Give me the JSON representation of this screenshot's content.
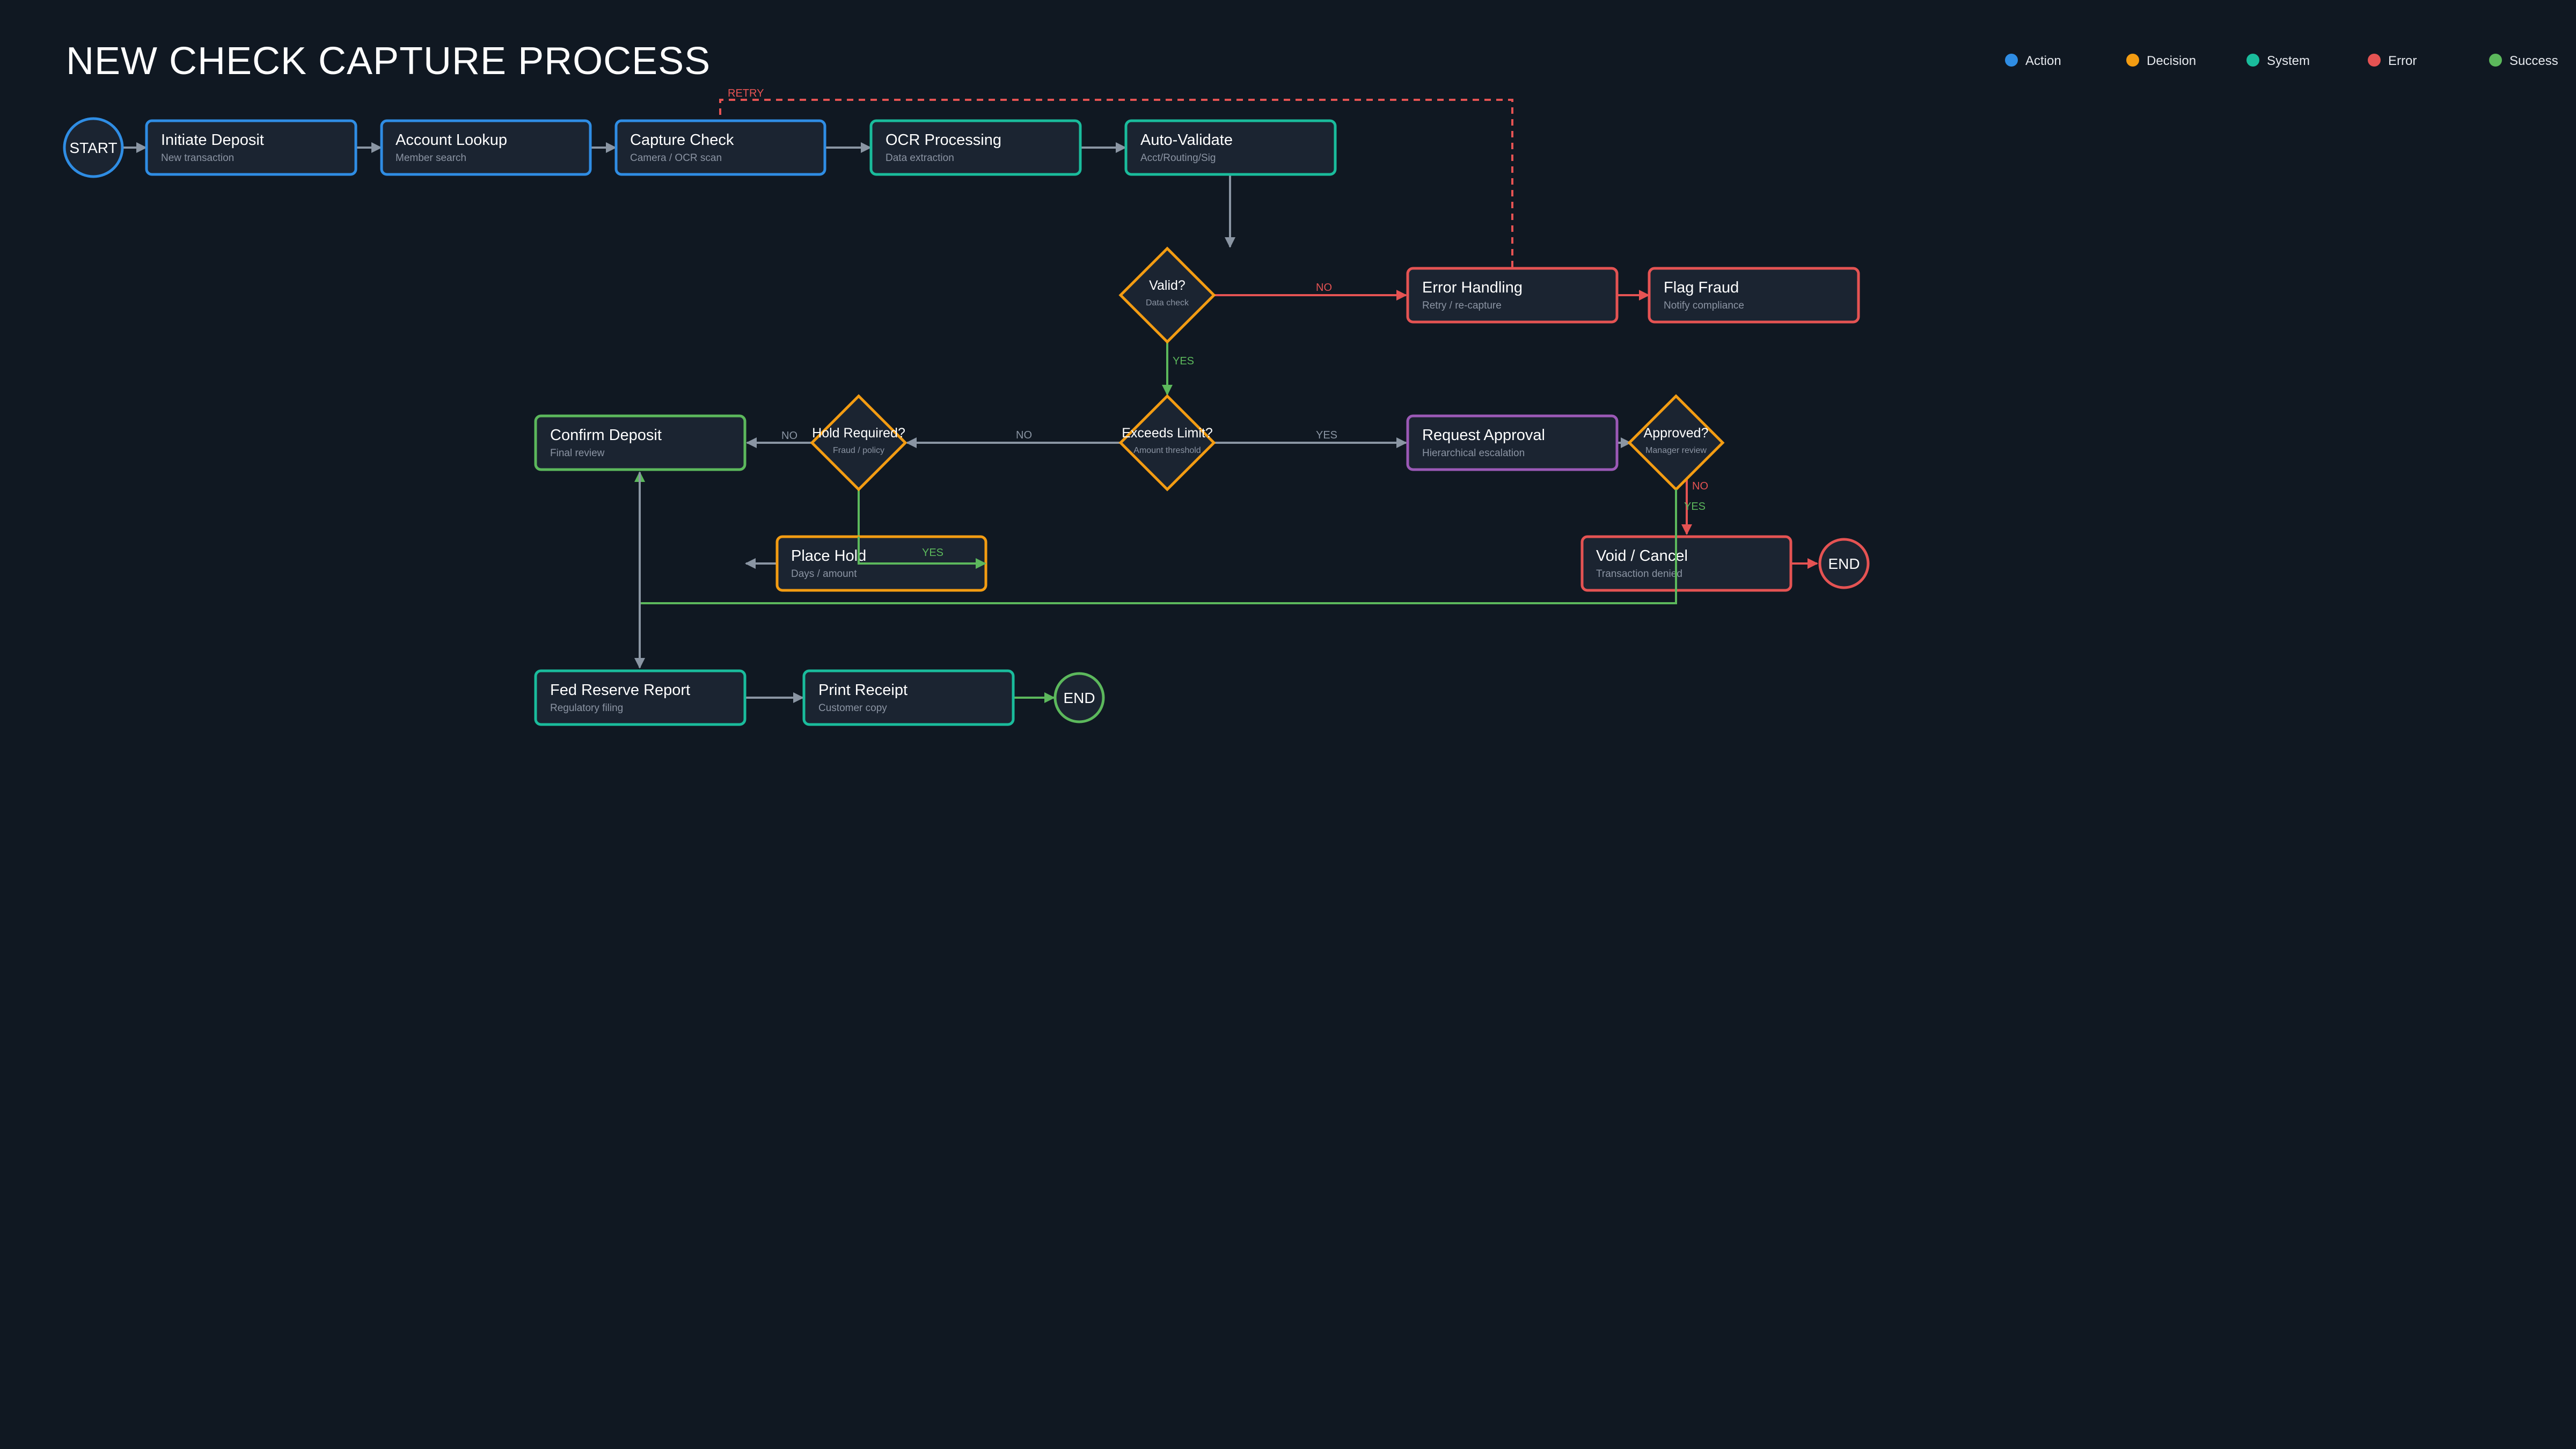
{
  "title": "NEW CHECK CAPTURE PROCESS",
  "colors": {
    "action": "#2f8de4",
    "decision": "#f39c12",
    "system": "#1abc9c",
    "error": "#e55353",
    "success": "#5cb85c",
    "approval": "#9b59b6",
    "connector": "#8a95a3",
    "background": "#101822"
  },
  "legend": [
    {
      "label": "Action",
      "color": "#2f8de4"
    },
    {
      "label": "Decision",
      "color": "#f39c12"
    },
    {
      "label": "System",
      "color": "#1abc9c"
    },
    {
      "label": "Error",
      "color": "#e55353"
    },
    {
      "label": "Success",
      "color": "#5cb85c"
    }
  ],
  "nodes": {
    "start": {
      "label": "START"
    },
    "initiate": {
      "title": "Initiate Deposit",
      "sub": "New transaction"
    },
    "lookup": {
      "title": "Account Lookup",
      "sub": "Member search"
    },
    "capture": {
      "title": "Capture Check",
      "sub": "Camera / OCR scan"
    },
    "ocr": {
      "title": "OCR Processing",
      "sub": "Data extraction"
    },
    "autovalidate": {
      "title": "Auto-Validate",
      "sub": "Acct/Routing/Sig"
    },
    "valid": {
      "title": "Valid?",
      "sub": "Data check"
    },
    "error_handling": {
      "title": "Error Handling",
      "sub": "Retry / re-capture"
    },
    "flag_fraud": {
      "title": "Flag Fraud",
      "sub": "Notify compliance"
    },
    "exceeds": {
      "title": "Exceeds Limit?",
      "sub": "Amount threshold"
    },
    "hold_required": {
      "title": "Hold Required?",
      "sub": "Fraud / policy"
    },
    "confirm": {
      "title": "Confirm Deposit",
      "sub": "Final review"
    },
    "request_approval": {
      "title": "Request Approval",
      "sub": "Hierarchical escalation"
    },
    "approved": {
      "title": "Approved?",
      "sub": "Manager review"
    },
    "place_hold": {
      "title": "Place Hold",
      "sub": "Days / amount"
    },
    "void": {
      "title": "Void / Cancel",
      "sub": "Transaction denied"
    },
    "end_void": {
      "label": "END"
    },
    "fed_report": {
      "title": "Fed Reserve Report",
      "sub": "Regulatory filing"
    },
    "print_receipt": {
      "title": "Print Receipt",
      "sub": "Customer copy"
    },
    "end_success": {
      "label": "END"
    }
  },
  "edge_labels": {
    "retry": "RETRY",
    "valid_no": "NO",
    "valid_yes": "YES",
    "exceeds_no": "NO",
    "exceeds_yes": "YES",
    "hold_no": "NO",
    "hold_yes": "YES",
    "approved_no": "NO",
    "approved_yes": "YES"
  }
}
